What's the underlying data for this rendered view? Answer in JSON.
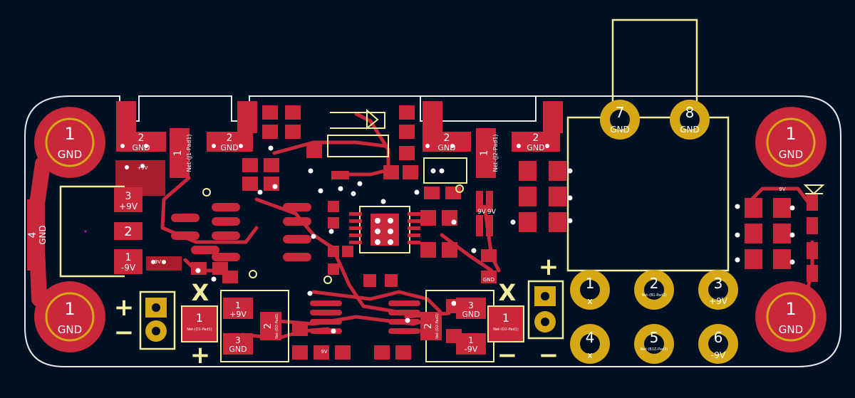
{
  "colors": {
    "background": "#001023",
    "copper": "#c8283a",
    "copper_dark": "#a81e2c",
    "silkscreen": "#f2ec9c",
    "outline": "#e8e8e8",
    "pad_gold": "#d6a815",
    "courtyard": "#c41ec4",
    "text_white": "#ffffff"
  },
  "mounting_holes": [
    {
      "number": "1",
      "net": "GND"
    },
    {
      "number": "1",
      "net": "GND"
    },
    {
      "number": "1",
      "net": "GND"
    },
    {
      "number": "1",
      "net": "GND"
    }
  ],
  "power_connector": {
    "pin3_number": "3",
    "pin3_net": "+9V",
    "pin2_number": "2",
    "pin1_number": "1",
    "pin1_net": "-9V",
    "pin4_number": "4",
    "pin4_net": "GND",
    "small_labels": [
      "+9V",
      "-9V"
    ]
  },
  "jack_left": {
    "pin1_number": "1",
    "pin1_net": "Net-(J1-Pad1)",
    "pin2_number": "2",
    "pin2_net": "GND",
    "pin2b_number": "2",
    "pin2b_net": "GND"
  },
  "jack_right": {
    "pin1_number": "1",
    "pin1_net": "Net-(J2-Pad1)",
    "pin2_number": "2",
    "pin2_net": "GND",
    "pin2b_number": "2",
    "pin2b_net": "GND"
  },
  "din_connector": {
    "pins": [
      {
        "number": "7",
        "net": "GND"
      },
      {
        "number": "8",
        "net": "GND"
      },
      {
        "number": "1",
        "net": "x"
      },
      {
        "number": "2",
        "net": "Net-(B1-Pad2)"
      },
      {
        "number": "3",
        "net": "+9V"
      },
      {
        "number": "4",
        "net": "x"
      },
      {
        "number": "5",
        "net": "Net-(B1Z-Pad2)"
      },
      {
        "number": "6",
        "net": "-9V"
      }
    ]
  },
  "regulator_left": {
    "pin1_number": "1",
    "pin1_net": "Net-(D1-Pad1)",
    "pin1b_number": "1",
    "pin1b_net": "+9V",
    "pin2_number": "2",
    "pin2_net": "Net-(D2-Pad2)",
    "pin3_number": "3",
    "pin3_net": "GND"
  },
  "regulator_right": {
    "pin1_number": "1",
    "pin1_net": "Net-(D2-Pad1)",
    "pin1b_number": "1",
    "pin1b_net": "-9V",
    "pin2_number": "2",
    "pin2_net": "Net-(D2-Pad2)",
    "pin3_number": "3",
    "pin3_net": "GND"
  },
  "silk_marks": {
    "plus": "+",
    "minus": "−",
    "cross": "X"
  },
  "small_pad_text": {
    "nine_v": "9V",
    "gnd": "GND",
    "p9v": "+9V",
    "m9v": "-9V"
  }
}
